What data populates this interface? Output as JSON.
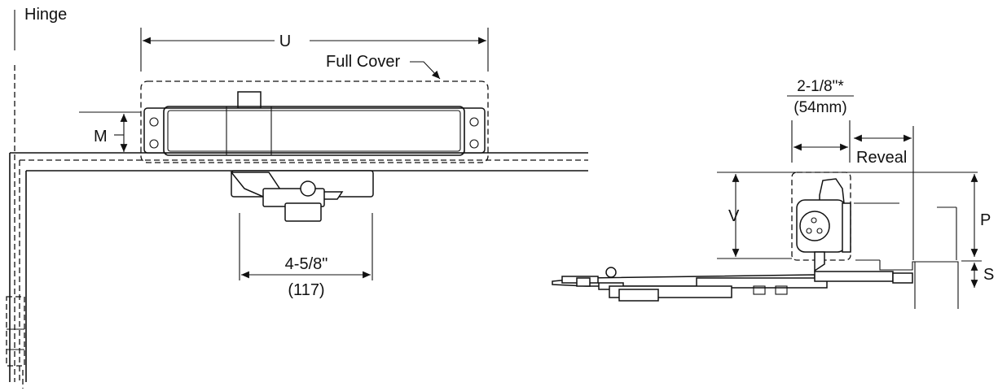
{
  "labels": {
    "hinge": "Hinge",
    "u": "U",
    "full_cover": "Full Cover",
    "m": "M",
    "arm_dim": "4-5/8\"",
    "arm_dim_mm": "(117)",
    "width_dim": "2-1/8\"*",
    "width_dim_mm": "(54mm)",
    "reveal": "Reveal",
    "v": "V",
    "p": "P",
    "s": "S"
  }
}
